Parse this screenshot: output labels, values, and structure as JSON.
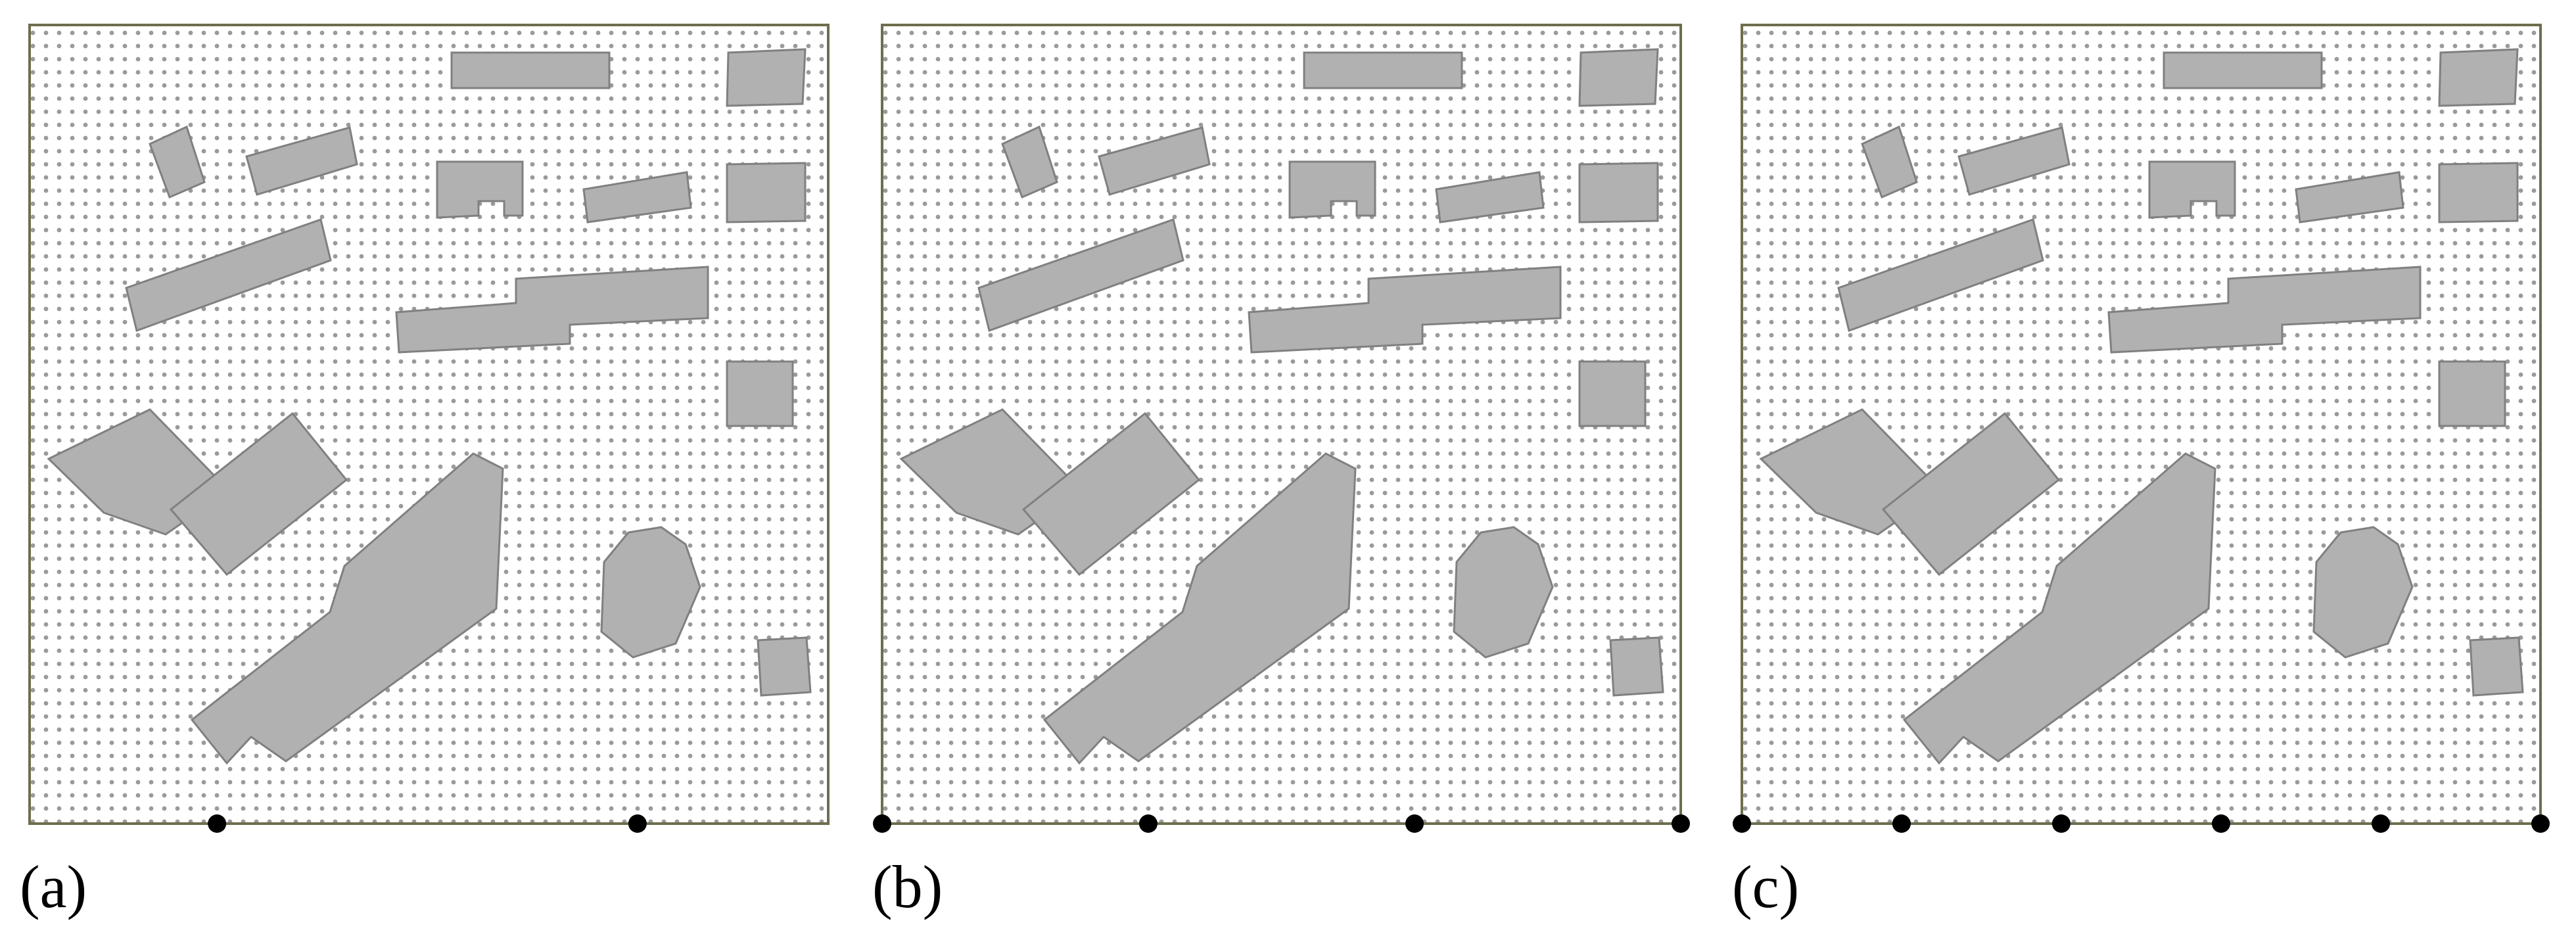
{
  "panels": [
    {
      "caption": "(a)",
      "receiver_count": 2,
      "receiver_positions": [
        0.2347,
        0.7612
      ]
    },
    {
      "caption": "(b)",
      "receiver_count": 4,
      "receiver_positions": [
        0,
        0.3333,
        0.6667,
        1
      ]
    },
    {
      "caption": "(c)",
      "receiver_count": 6,
      "receiver_positions": [
        0,
        0.2,
        0.4,
        0.6,
        0.8,
        1
      ]
    }
  ],
  "colors": {
    "background": "#ffffff",
    "border": "#6e6e4e",
    "grid_dot": "#9a9a9a",
    "obstacle_fill": "#b1b1b1",
    "obstacle_stroke": "#808080",
    "receiver": "#000000"
  }
}
